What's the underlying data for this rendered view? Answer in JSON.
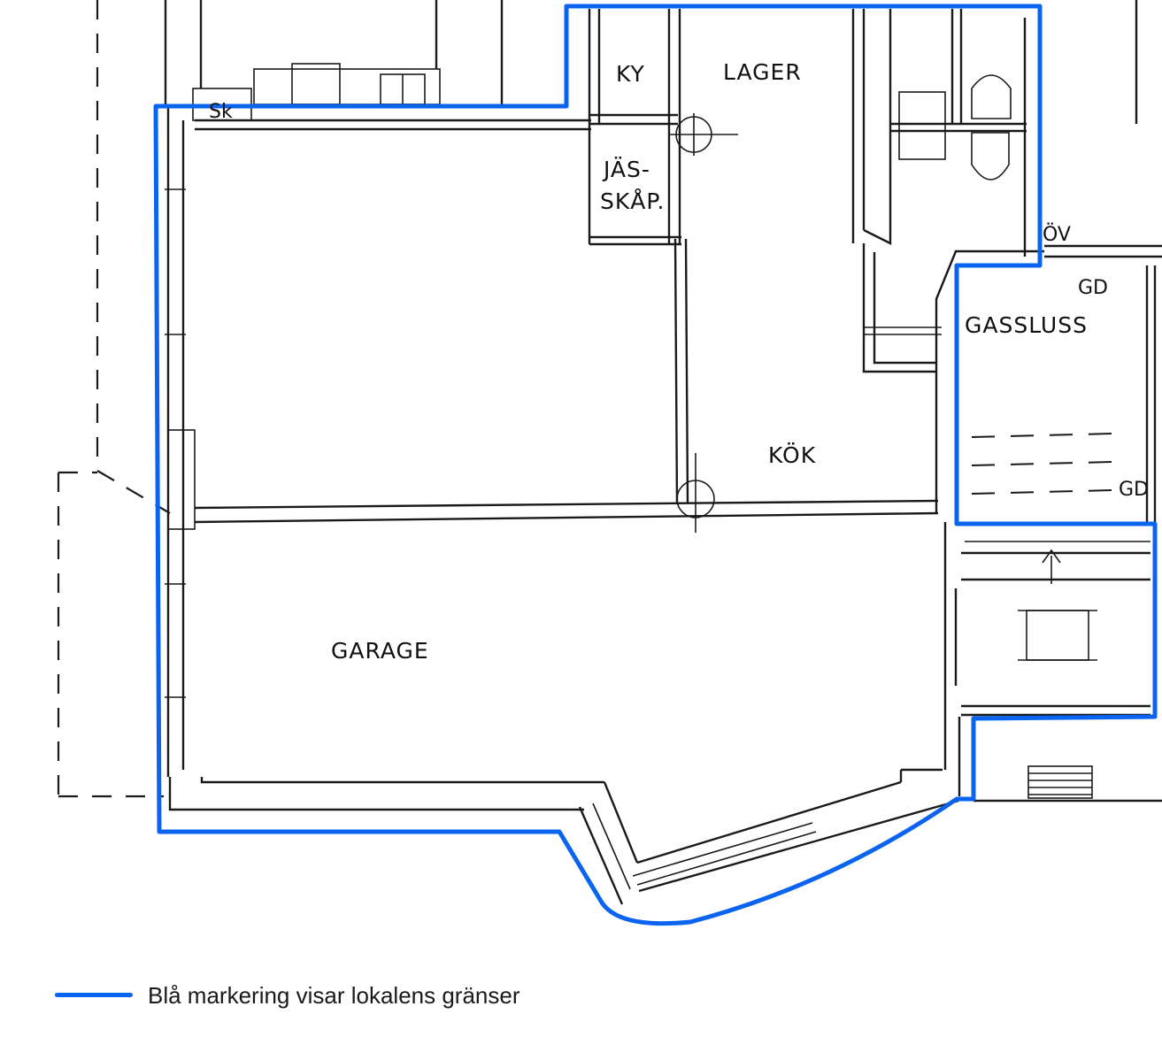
{
  "rooms": {
    "ky": "KY",
    "lager": "LAGER",
    "jasskap_1": "JÄS-",
    "jasskap_2": "SKÅP.",
    "kok": "KÖK",
    "garage": "GARAGE",
    "gassluss": "GASSLUSS",
    "sk": "Sk",
    "ov": "ÖV",
    "gd_top": "GD",
    "gd_bottom": "GD"
  },
  "legend": {
    "label": "Blå markering visar lokalens gränser"
  },
  "colors": {
    "boundary": "#0a64f0",
    "lines": "#1a1a1a"
  }
}
